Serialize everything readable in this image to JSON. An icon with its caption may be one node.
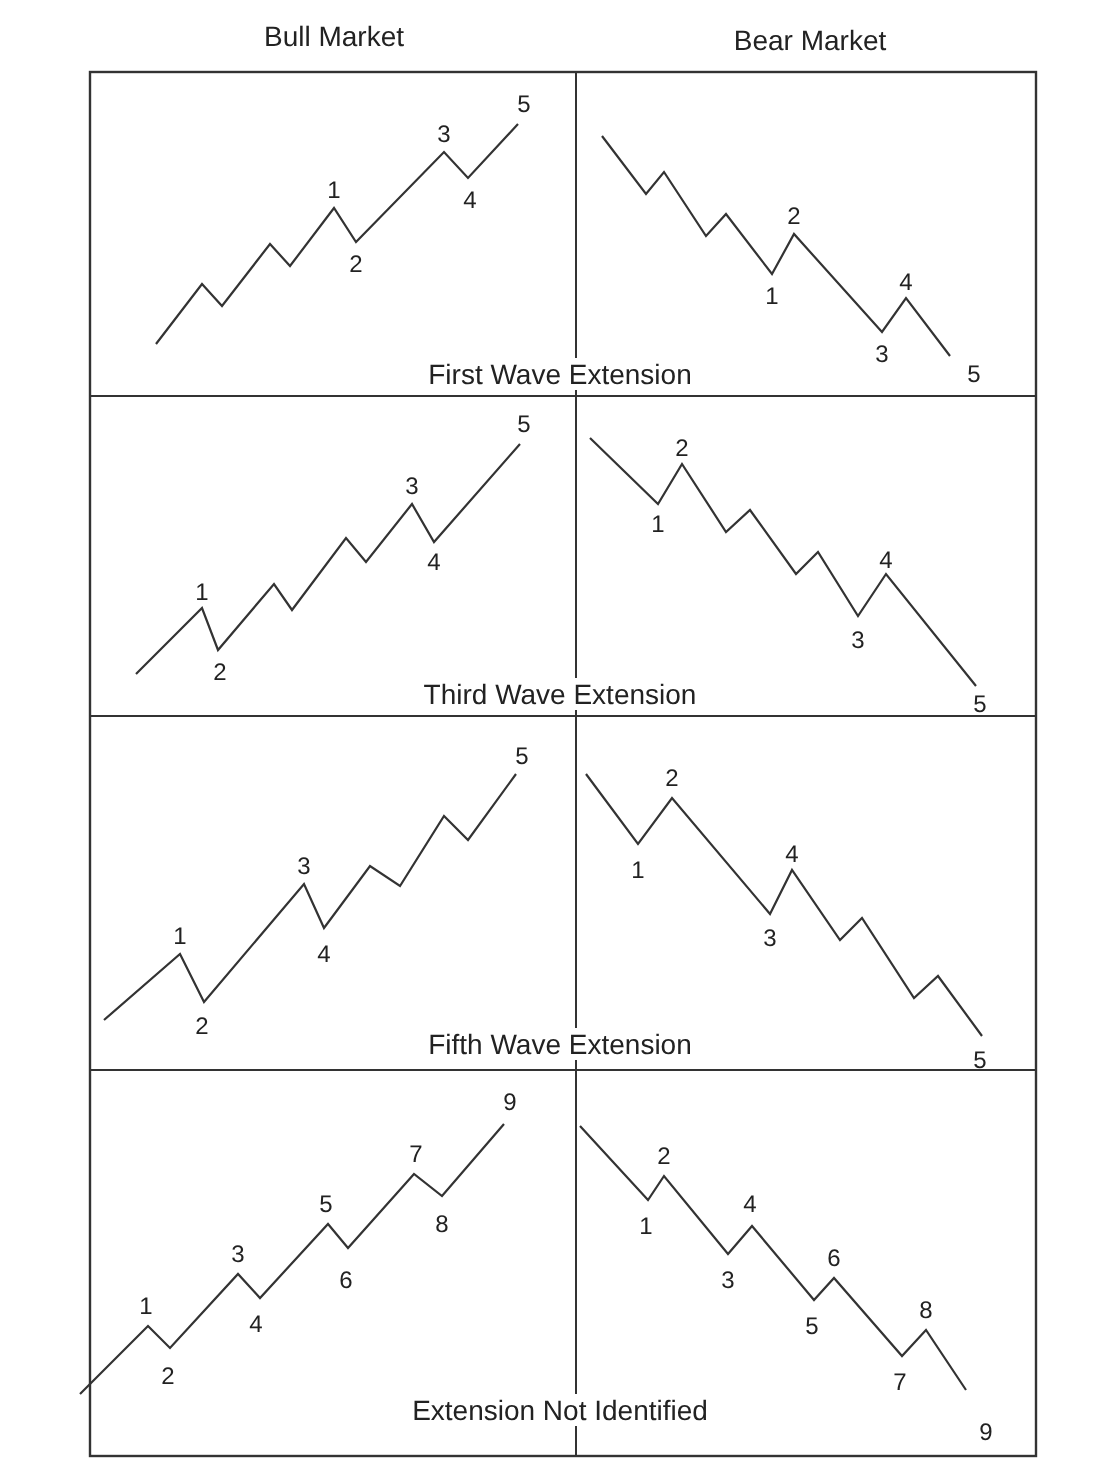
{
  "diagram": {
    "labels": [
      "Bull Market",
      "Bear Market",
      "1",
      "2",
      "3",
      "4",
      "5",
      "1",
      "2",
      "3",
      "4",
      "5",
      "First Wave Extension",
      "1",
      "2",
      "3",
      "4",
      "5",
      "1",
      "2",
      "3",
      "4",
      "5",
      "Third Wave Extension",
      "1",
      "2",
      "3",
      "4",
      "5",
      "1",
      "2",
      "3",
      "4",
      "5",
      "Fifth Wave Extension",
      "1",
      "2",
      "3",
      "4",
      "5",
      "6",
      "7",
      "8",
      "9",
      "1",
      "2",
      "3",
      "4",
      "5",
      "6",
      "7",
      "8",
      "9",
      "Extension Not Identified"
    ]
  }
}
